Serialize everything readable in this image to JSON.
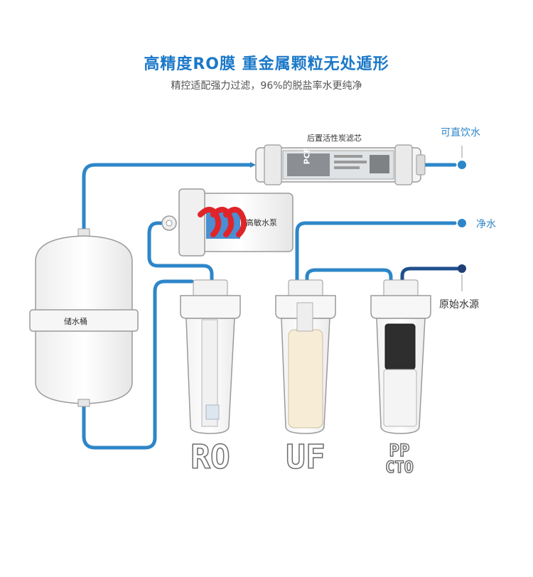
{
  "header": {
    "title": "高精度RO膜  重金属颗粒无处遁形",
    "subtitle": "精控适配强力过滤，96%的脱盐率水更纯净"
  },
  "labels": {
    "post_filter": "后置活性炭滤芯",
    "drink_water": "可直饮水",
    "pure_water": "净水",
    "raw_water": "原始水源",
    "pump": "高敏水泵",
    "tank": "储水桶",
    "stage_ro": "RO",
    "stage_uf": "UF",
    "stage_pp": "PP",
    "stage_cto": "CTO",
    "cartridge_brand": "PCF"
  },
  "colors": {
    "pipe_blue": "#2d86c8",
    "pipe_navy": "#1f4f8c",
    "pump_red": "#e0252a",
    "outline": "#9a9a9a"
  }
}
